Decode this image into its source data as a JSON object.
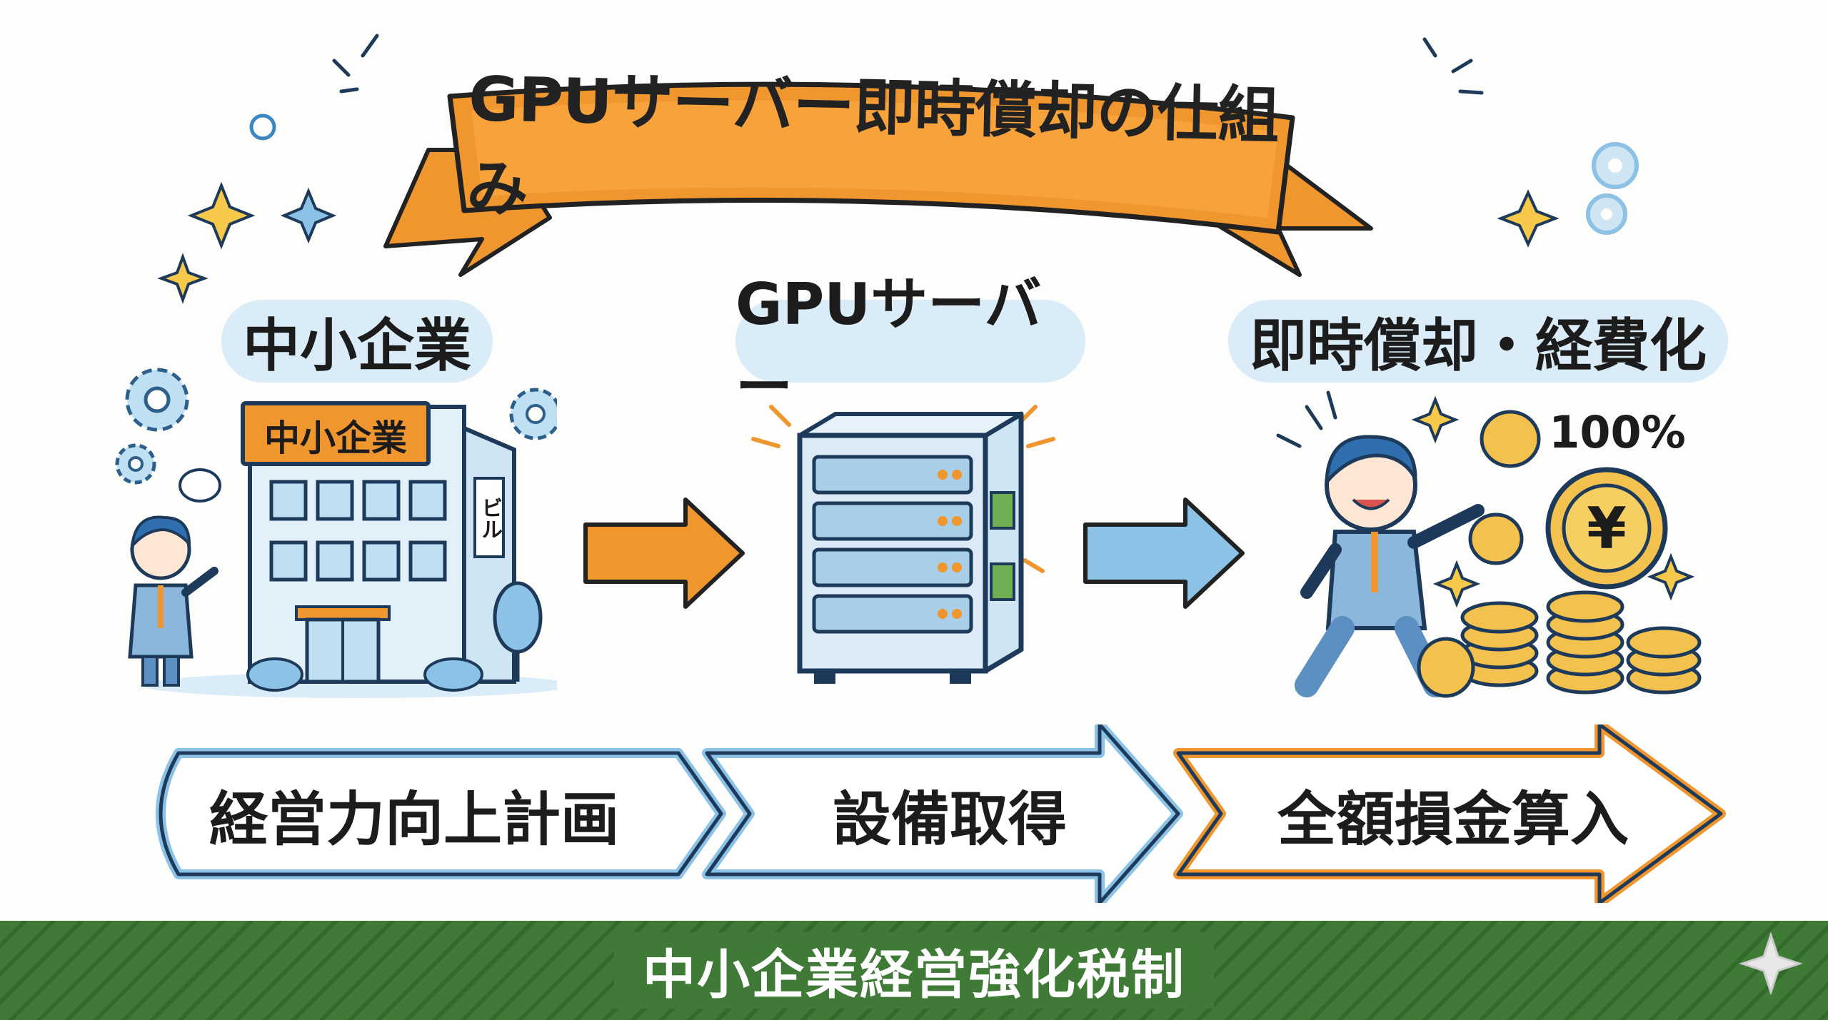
{
  "title": "GPUサーバー即時償却の仕組み",
  "sections": [
    {
      "label": "中小企業",
      "sign": "中小企業",
      "building_tag": "ビル"
    },
    {
      "label": "GPUサーバー"
    },
    {
      "label": "即時償却・経費化",
      "percent": "100%",
      "coin_symbol": "¥"
    }
  ],
  "process_steps": [
    "経営力向上計画",
    "設備取得",
    "全額損金算入"
  ],
  "footer": {
    "title": "中小企業経営強化税制"
  },
  "colors": {
    "orange": "#f0962f",
    "light_blue": "#d9ecf7",
    "blue": "#8cc2e6",
    "green": "#3f7a37",
    "gold": "#f2c14e"
  }
}
